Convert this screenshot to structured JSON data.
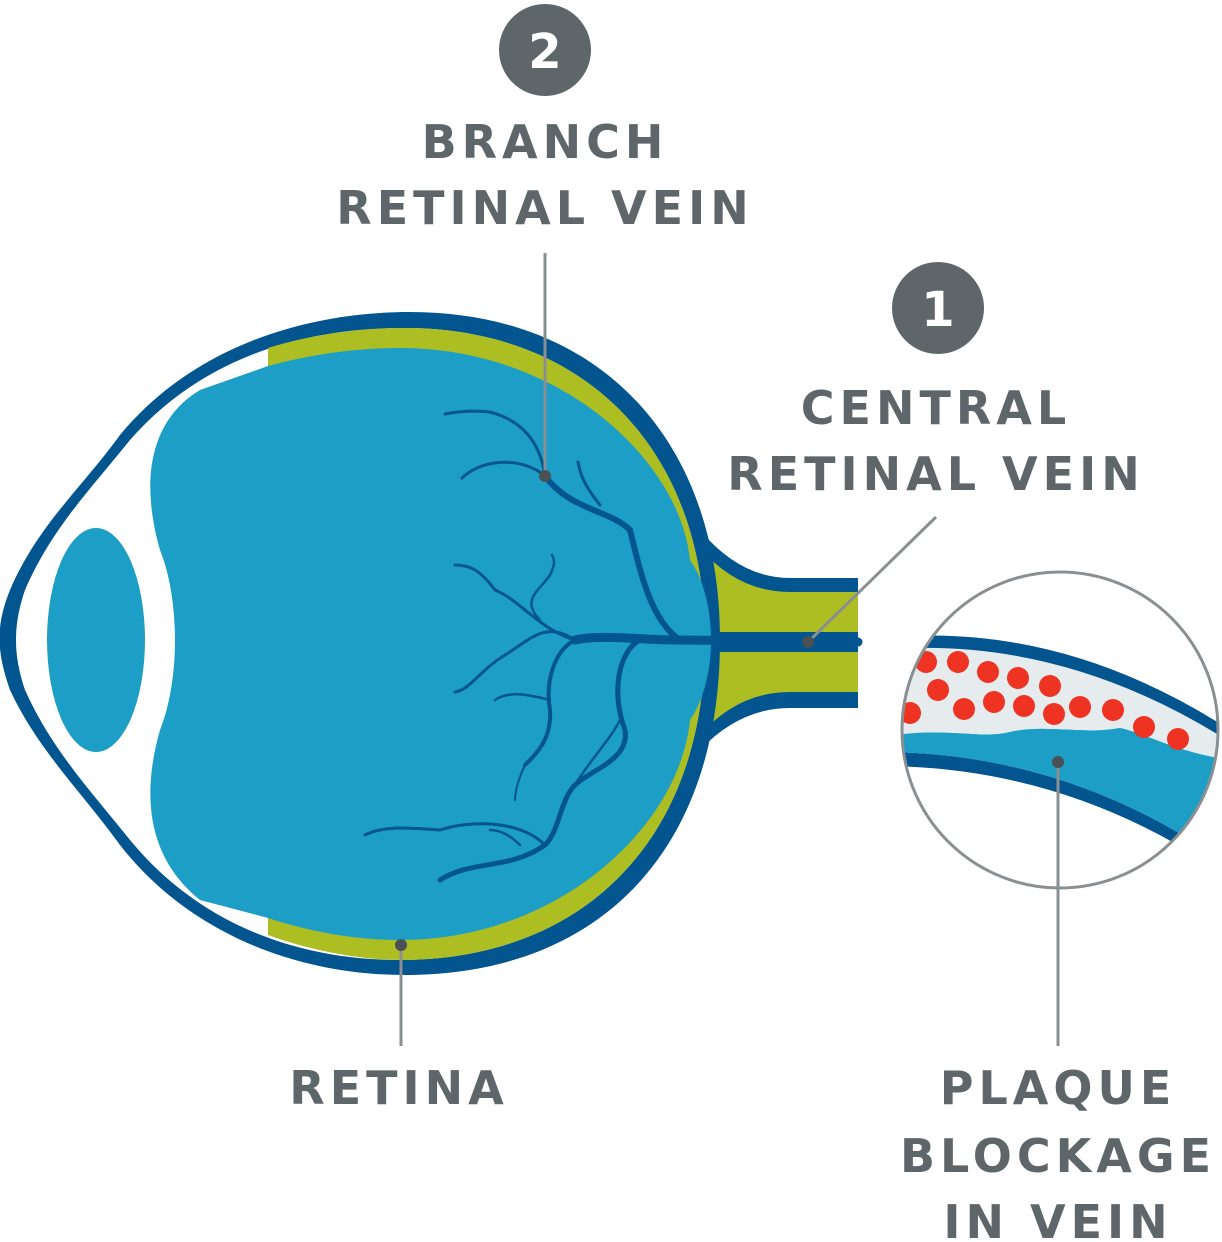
{
  "colors": {
    "outline": "#03558f",
    "eye_fill": "#1c9ec6",
    "retina": "#adbe22",
    "plaque": "#ee3322",
    "label_gray": "#5f6669",
    "badge_gray": "#5f6669",
    "leader_gray": "#8a8f92",
    "vein_wall": "#e6eced"
  },
  "badges": {
    "branch": "2",
    "central": "1"
  },
  "labels": {
    "branch_line1": "BRANCH",
    "branch_line2": "RETINAL VEIN",
    "central_line1": "CENTRAL",
    "central_line2": "RETINAL VEIN",
    "retina": "RETINA",
    "plaque_line1": "PLAQUE",
    "plaque_line2": "BLOCKAGE",
    "plaque_line3": "IN VEIN"
  }
}
